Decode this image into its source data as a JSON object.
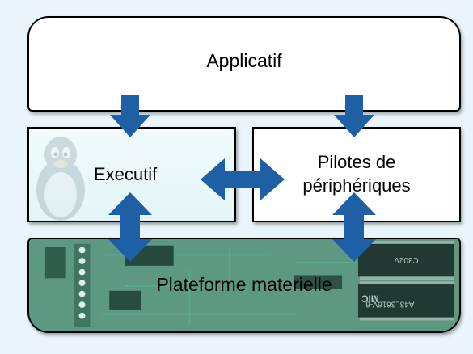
{
  "diagram": {
    "layers": {
      "application": "Applicatif",
      "executive": "Executif",
      "drivers_line1": "Pilotes de",
      "drivers_line2": "périphériques",
      "hardware": "Plateforme materielle"
    },
    "board_markings": {
      "chip_1": "A43L3616V-6",
      "chip_2": "MIC",
      "chip_3": "C302V"
    }
  },
  "colors": {
    "arrow": "#1f5fa6",
    "background": "#e9f5fb",
    "board": "#2f6e55"
  }
}
